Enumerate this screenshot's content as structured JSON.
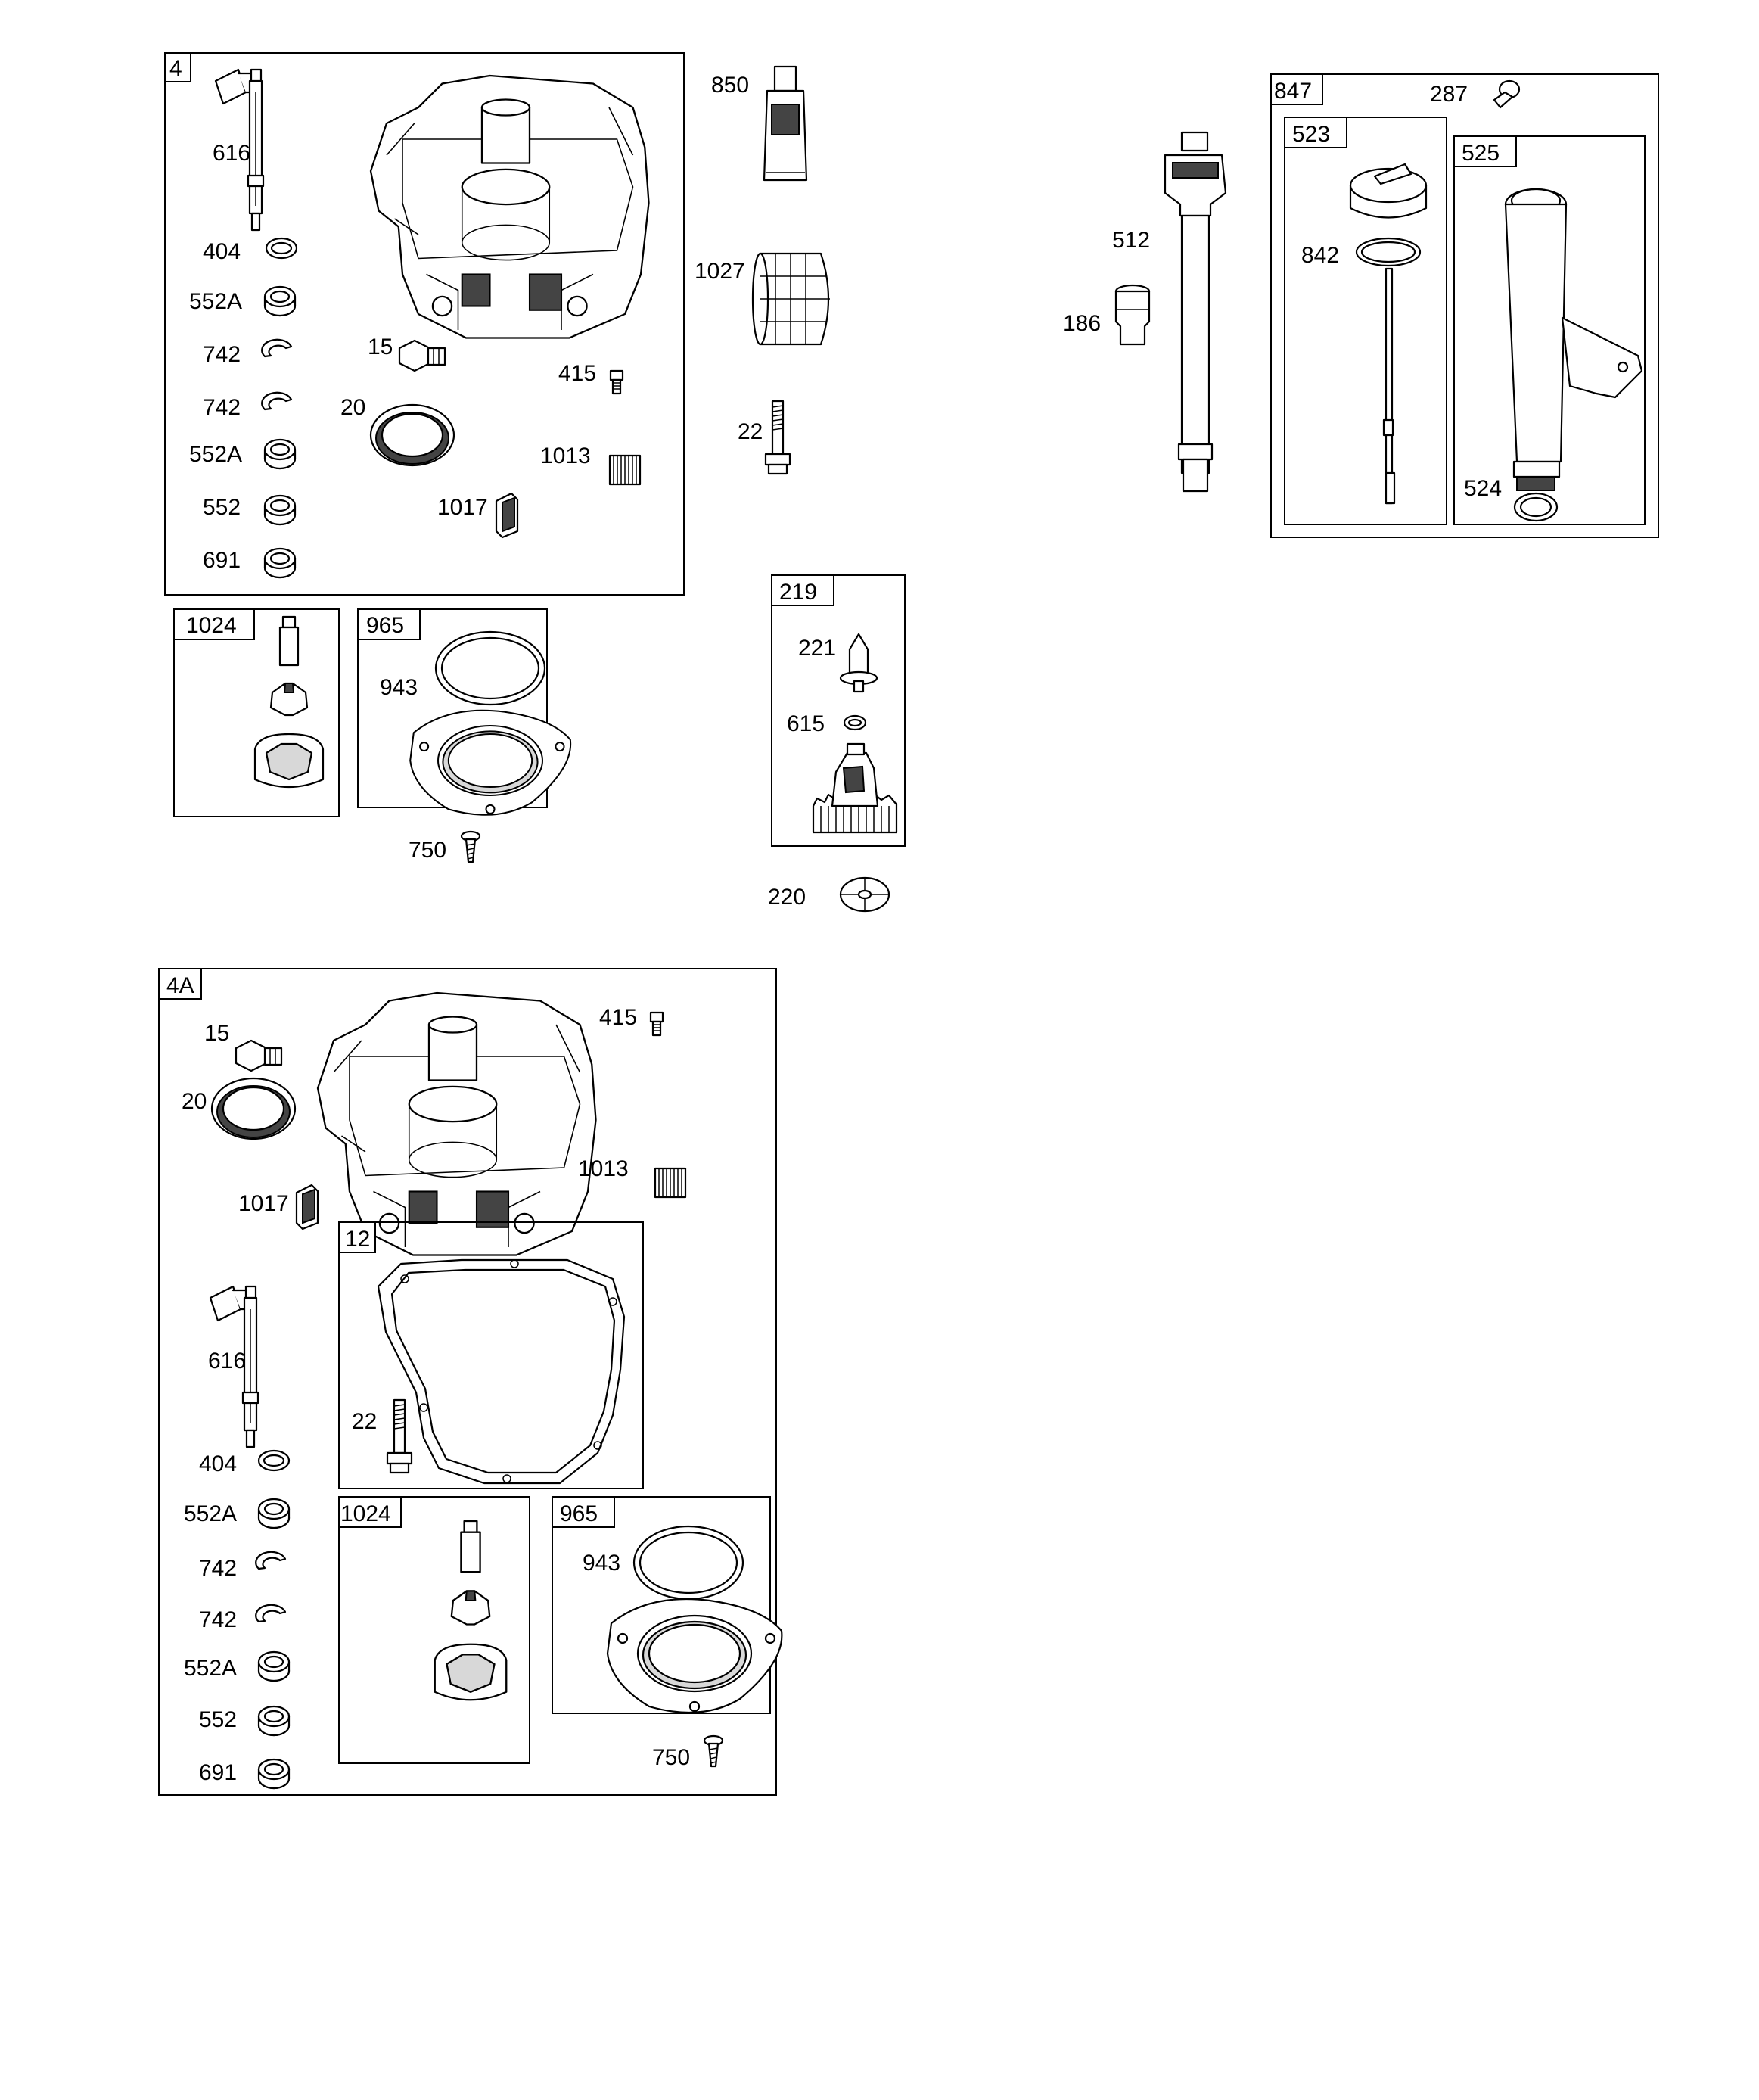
{
  "kits": {
    "k4": "4",
    "k4a": "4A",
    "k847": "847",
    "k523": "523",
    "k525": "525",
    "k219": "219",
    "k1024a": "1024",
    "k965a": "965",
    "k1024b": "1024",
    "k965b": "965",
    "k12": "12"
  },
  "labels": {
    "a616": "616",
    "a404": "404",
    "a552A1": "552A",
    "a742a": "742",
    "a742b": "742",
    "a552A2": "552A",
    "a552": "552",
    "a691": "691",
    "a15": "15",
    "a20": "20",
    "a415": "415",
    "a1013": "1013",
    "a1017": "1017",
    "a943": "943",
    "a750": "750",
    "n850": "850",
    "n1027": "1027",
    "n22": "22",
    "n221": "221",
    "n615": "615",
    "n220": "220",
    "n512": "512",
    "n186": "186",
    "n287": "287",
    "n842": "842",
    "n524": "524",
    "b15": "15",
    "b20": "20",
    "b415": "415",
    "b1017": "1017",
    "b1013": "1013",
    "b616": "616",
    "b22": "22",
    "b404": "404",
    "b552A1": "552A",
    "b742a": "742",
    "b742b": "742",
    "b552A2": "552A",
    "b552": "552",
    "b691": "691",
    "b943": "943",
    "b750": "750"
  }
}
